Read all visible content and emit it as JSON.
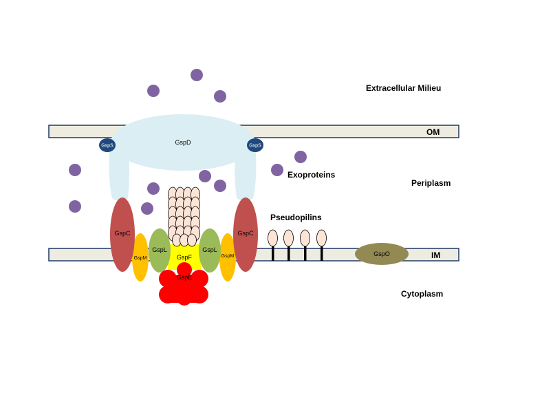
{
  "regions": {
    "extracellular": "Extracellular Milieu",
    "om": "OM",
    "periplasm": "Periplasm",
    "im": "IM",
    "cytoplasm": "Cytoplasm"
  },
  "callouts": {
    "exoproteins": "Exoproteins",
    "pseudopilins": "Pseudopilins"
  },
  "proteins": {
    "gspd": "GspD",
    "gsps_left": "GspS",
    "gsps_right": "GspS",
    "gspc_left": "GspC",
    "gspc_right": "GspC",
    "gspm_left": "GspM",
    "gspm_right": "GspM",
    "gspl_left": "GspL",
    "gspl_right": "GspL",
    "gspf": "GspF",
    "gspe": "GspE",
    "gspo": "GspO"
  },
  "colors": {
    "membrane": "#eeece1",
    "membrane_border": "#1f3864",
    "gspd": "#daeef3",
    "gsps": "#1f497d",
    "gspc": "#c0504d",
    "gspm": "#ffc000",
    "gspl": "#9bbb59",
    "gspf": "#ffff00",
    "gspe": "#ff0000",
    "gspo": "#938953",
    "pilin": "#fce4d6",
    "exoprotein": "#8064a2"
  }
}
